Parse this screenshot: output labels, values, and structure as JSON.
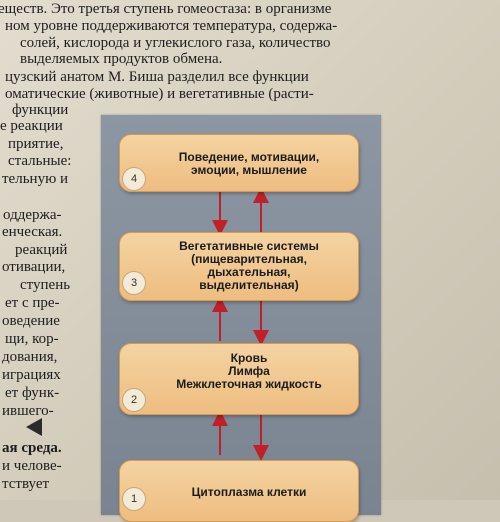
{
  "text": {
    "top_lines": [
      "еществ. Это третья ступень гомеостаза: в организме",
      "ном уровне поддерживаются температура, содержа-",
      "солей, кислорода и углекислого газа, количество",
      "выделяемых продуктов обмена.",
      "цузский анатом М. Биша разделил все функции",
      "оматические (животные) и вегетативные (расти-",
      "функции"
    ],
    "left_lines": [
      "е реакции",
      "приятие,",
      "стальные:",
      "тельную и",
      "оддержа-",
      "енческая.",
      "реакций",
      "отивации,",
      "ступень",
      "ет с пре-",
      "оведение",
      "щи, кор-",
      "дования,",
      "играциях",
      "ет функ-",
      "ившего-",
      "ая среда.",
      "и челове-",
      "тствует"
    ]
  },
  "diagram": {
    "boxes": [
      {
        "number": "4",
        "lines": [
          "Поведение, мотивации,",
          "эмоции, мышление"
        ]
      },
      {
        "number": "3",
        "lines": [
          "Вегетативные системы",
          "(пищеварительная,",
          "дыхательная,",
          "выделительная)"
        ]
      },
      {
        "number": "2",
        "lines": [
          "Кровь",
          "Лимфа",
          "Межклеточная жидкость"
        ]
      },
      {
        "number": "1",
        "lines": [
          "Цитоплазма клетки"
        ]
      }
    ],
    "arrow_color": "#c0202a"
  }
}
